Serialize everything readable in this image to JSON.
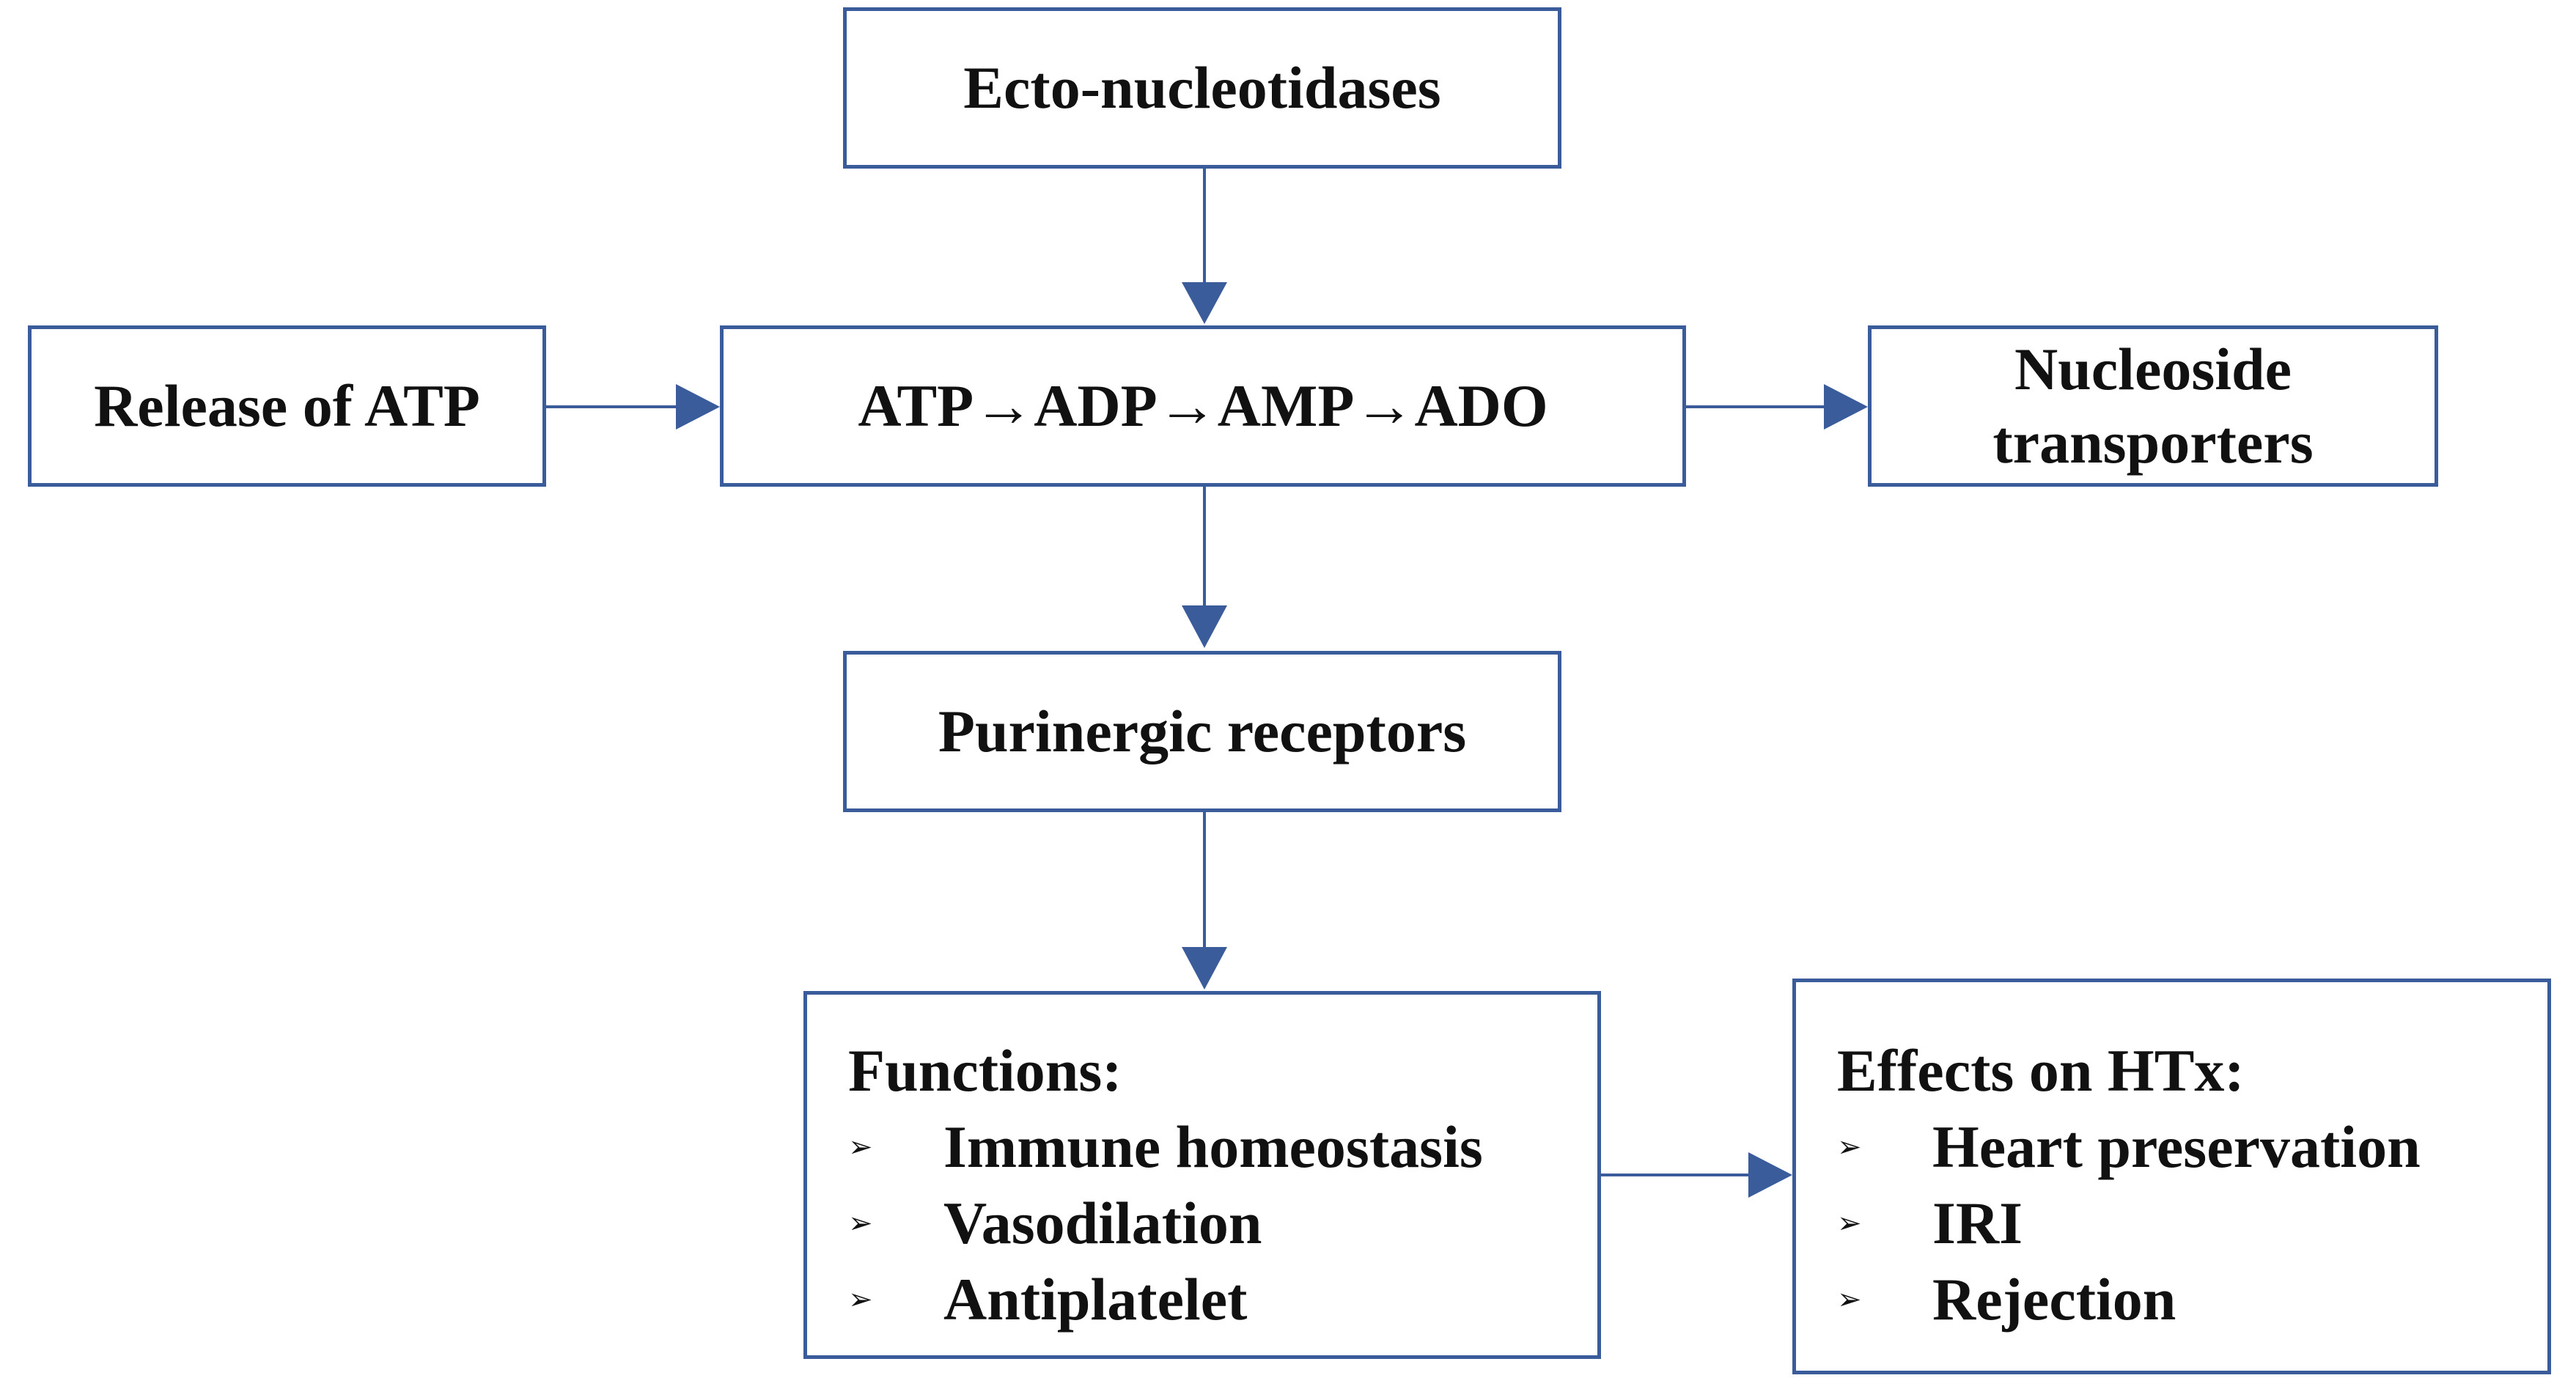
{
  "nodes": {
    "ecto": "Ecto-nucleotidases",
    "release": "Release of ATP",
    "cascade": "ATP→ADP→AMP→ADO",
    "transporters": "Nucleoside transporters",
    "receptors": "Purinergic receptors"
  },
  "functions": {
    "title": "Functions:",
    "items": [
      "Immune homeostasis",
      "Vasodilation",
      "Antiplatelet"
    ]
  },
  "effects": {
    "title": "Effects on HTx:",
    "items": [
      "Heart preservation",
      "IRI",
      "Rejection"
    ]
  },
  "bullet_glyph": "➢",
  "colors": {
    "border": "#3b5c9b",
    "arrow": "#3b5c9b",
    "text": "#111111",
    "background": "#ffffff"
  }
}
